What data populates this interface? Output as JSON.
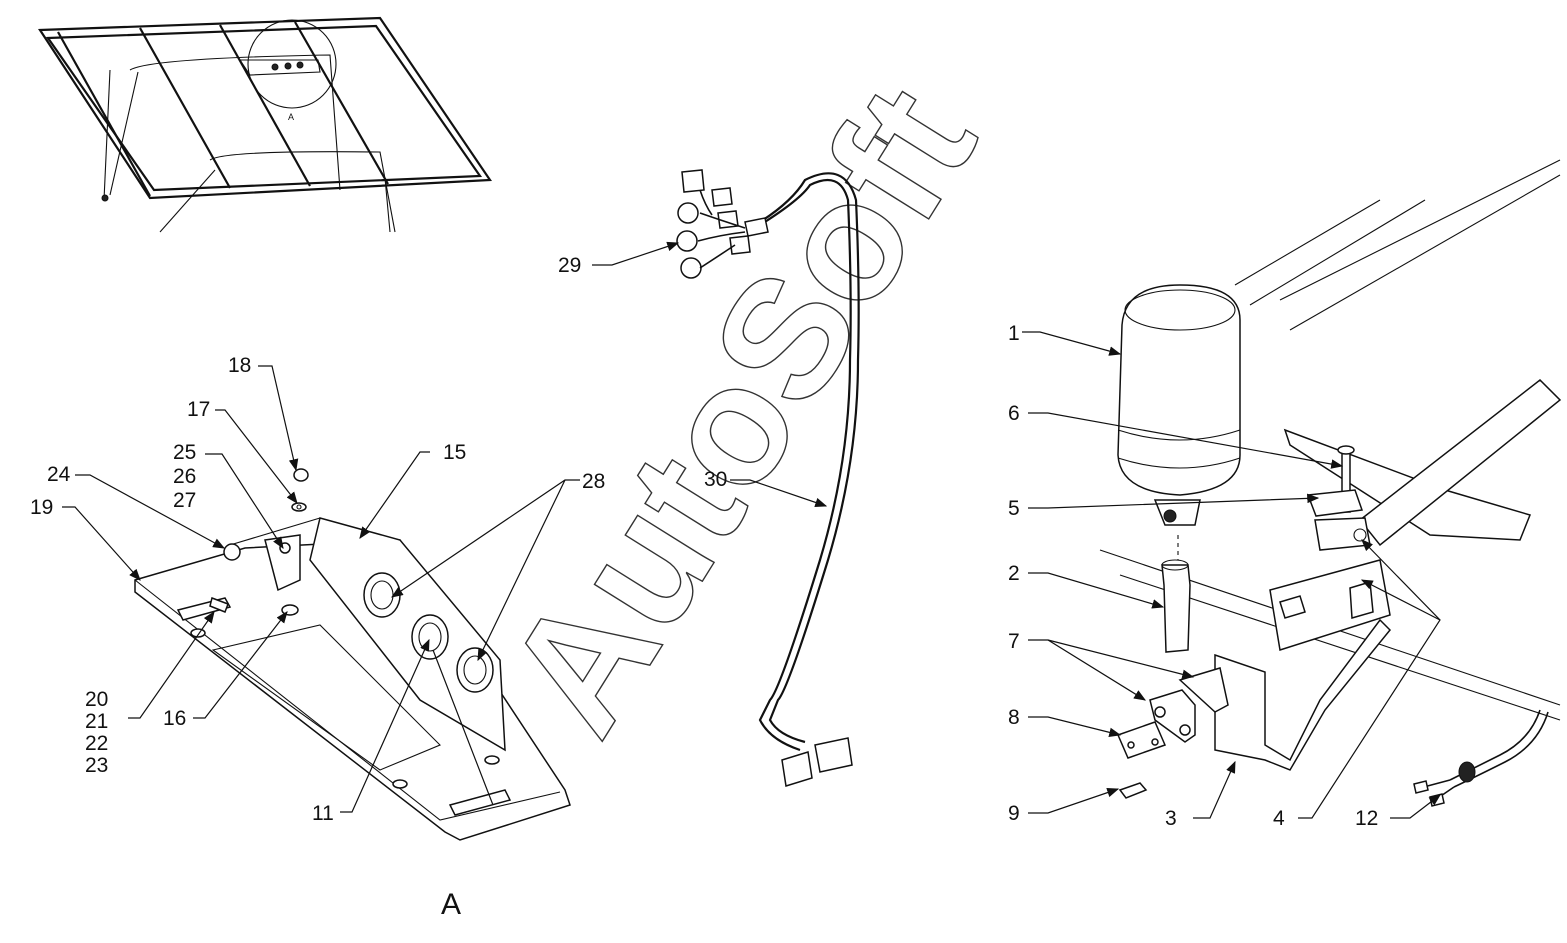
{
  "diagram": {
    "view_label": "A",
    "watermark": "AutoSoft",
    "callouts": [
      {
        "id": "c1",
        "text": "1"
      },
      {
        "id": "c2",
        "text": "2"
      },
      {
        "id": "c3",
        "text": "3"
      },
      {
        "id": "c4",
        "text": "4"
      },
      {
        "id": "c5",
        "text": "5"
      },
      {
        "id": "c6",
        "text": "6"
      },
      {
        "id": "c7",
        "text": "7"
      },
      {
        "id": "c8",
        "text": "8"
      },
      {
        "id": "c9",
        "text": "9"
      },
      {
        "id": "c11",
        "text": "11"
      },
      {
        "id": "c12",
        "text": "12"
      },
      {
        "id": "c15",
        "text": "15"
      },
      {
        "id": "c16",
        "text": "16"
      },
      {
        "id": "c17",
        "text": "17"
      },
      {
        "id": "c18",
        "text": "18"
      },
      {
        "id": "c19",
        "text": "19"
      },
      {
        "id": "c20",
        "text": "20"
      },
      {
        "id": "c21",
        "text": "21"
      },
      {
        "id": "c22",
        "text": "22"
      },
      {
        "id": "c23",
        "text": "23"
      },
      {
        "id": "c24",
        "text": "24"
      },
      {
        "id": "c25",
        "text": "25"
      },
      {
        "id": "c26",
        "text": "26"
      },
      {
        "id": "c27",
        "text": "27"
      },
      {
        "id": "c28",
        "text": "28"
      },
      {
        "id": "c29",
        "text": "29"
      },
      {
        "id": "c30",
        "text": "30"
      }
    ],
    "detail_marker": "A"
  }
}
